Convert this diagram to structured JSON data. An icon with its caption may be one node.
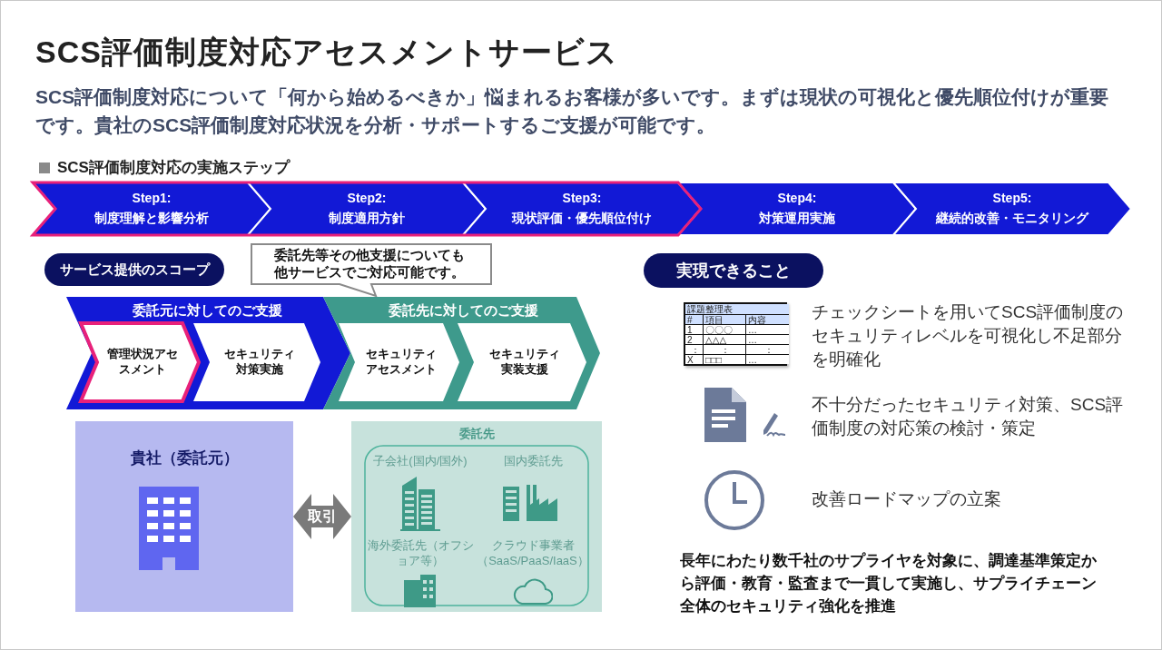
{
  "diagram": {
    "title": "SCS評価制度対応アセスメントサービス",
    "nodes": [
      {
        "text": [
          "Step1:",
          "制度理解と影響分析"
        ]
      },
      {
        "text": [
          "Step2:",
          "制度適用方針"
        ]
      },
      {
        "text": [
          "Step3:",
          "現状評価・優先順位付け"
        ]
      },
      {
        "text": [
          "Step4:",
          "対策運用実施"
        ]
      },
      {
        "text": [
          "Step5:",
          "継続的改善・モニタリング"
        ]
      },
      {
        "text": [
          "サービス提供のスコープ"
        ]
      },
      {
        "text": [
          "委託先等その他支援についても他サービスでご対応可能です。"
        ]
      },
      {
        "text": [
          "委託元に対してのご支援"
        ]
      },
      {
        "text": [
          "管理状況アセスメント"
        ],
        "in": 7
      },
      {
        "text": [
          "セキュリティ対策実施"
        ],
        "in": 7
      },
      {
        "text": [
          "委託先に対してのご支援"
        ]
      },
      {
        "text": [
          "セキュリティアセスメント"
        ],
        "in": 10
      },
      {
        "text": [
          "セキュリティ実装支援"
        ],
        "in": 10
      },
      {
        "text": [
          "実現できること"
        ]
      },
      {
        "text": [
          "貴社（委託元）"
        ]
      },
      {
        "text": [
          "委託先"
        ]
      },
      {
        "text": [
          "子会社(国内/国外)",
          "国内委託先",
          "海外委託先（オフショア等）",
          "クラウド事業者（SaaS/PaaS/IaaS）"
        ],
        "in": 15
      }
    ],
    "edges": [
      {
        "from": 14,
        "to": 15,
        "arrow": "both",
        "label": "取引",
        "style": "thick"
      }
    ],
    "labels": [
      "SCS評価制度対応について「何から始めるべきか」悩まれるお客様が多いです。まずは現状の可視化と優先順位付けが重要です。貴社のSCS評価制度対応状況を分析・サポートするご支援が可能です。",
      "SCS評価制度対応の実施ステップ",
      "課題整理表",
      "#",
      "項目",
      "内容",
      "1",
      "〇〇〇",
      "…",
      "2",
      "△△△",
      "…",
      "：",
      "：",
      "：",
      "X",
      "□□□",
      "…",
      "チェックシートを用いてSCS評価制度のセキュリティレベルを可視化し不足部分を明確化",
      "不十分だったセキュリティ対策、SCS評価制度の対応策の検討・策定",
      "改善ロードマップの立案",
      "長年にわたり数千社のサプライヤを対象に、調達基準策定から評価・教育・監査まで一貫して実施し、サプライチェーン全体のセキュリティ強化を推進"
    ]
  }
}
